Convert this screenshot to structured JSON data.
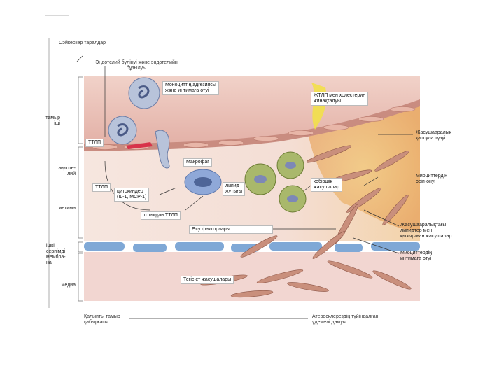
{
  "labels": {
    "top": "Сәйкескер таралдар",
    "endothelium_damage": "Эндотелий бүлінуі және эндотелийн\nбұзылуы",
    "monocyte_adhesion": "Моноциттің адгезиясы\nжәне интимаға өтуі",
    "ldl_cholesterol": "ЖТЛП мен холестерин\nжинақталуы",
    "vessel_lumen": "тамыр\nіші",
    "ldl_left": "ТТЛП",
    "endothelium": "эндоте-\nлий",
    "ldl_lower": "ТТЛП",
    "cytokines": "цитокиндер\n(IL-1, MCP-1)",
    "macrophage": "Макрофаг",
    "lipid_core": "липид\nжүтығы",
    "foam_cells": "көбіршік\nжасушалар",
    "oxidized_ldl": "тотыққан ТТЛП",
    "growth_factors": "Өсу факторлары",
    "intima": "интима",
    "internal_elastic": "ішкі\nсерпімді\nмембра-\nна",
    "media": "медиа",
    "smooth_muscle": "Тегіс ет жасушалары",
    "connective_tissue_capsule": "Жасушааралық\nқапсула түзуі",
    "myocyte_proliferation": "Миоциттердің\nөсіп-өнуі",
    "cells_in_connective_tissue": "Жасушааралықтағы\nлипидтер мен\nқызыраған жасушалар",
    "myocyte_migration": "Миоциттердің\nинтимаға өтуі",
    "bottom_left": "Қалыпты тамыр\nқабырғасы",
    "bottom_right": "Атеросклерездің түйіндалған\nүдемелі дамуы"
  },
  "colors": {
    "lumen": "#ecbfb8",
    "endothelium": "#d9a79e",
    "intima": "#f3ddd6",
    "elastic": "#7fa8d6",
    "media": "#f0d3cf",
    "lipid": "#e8d44a",
    "smc": "#c98f7c"
  }
}
